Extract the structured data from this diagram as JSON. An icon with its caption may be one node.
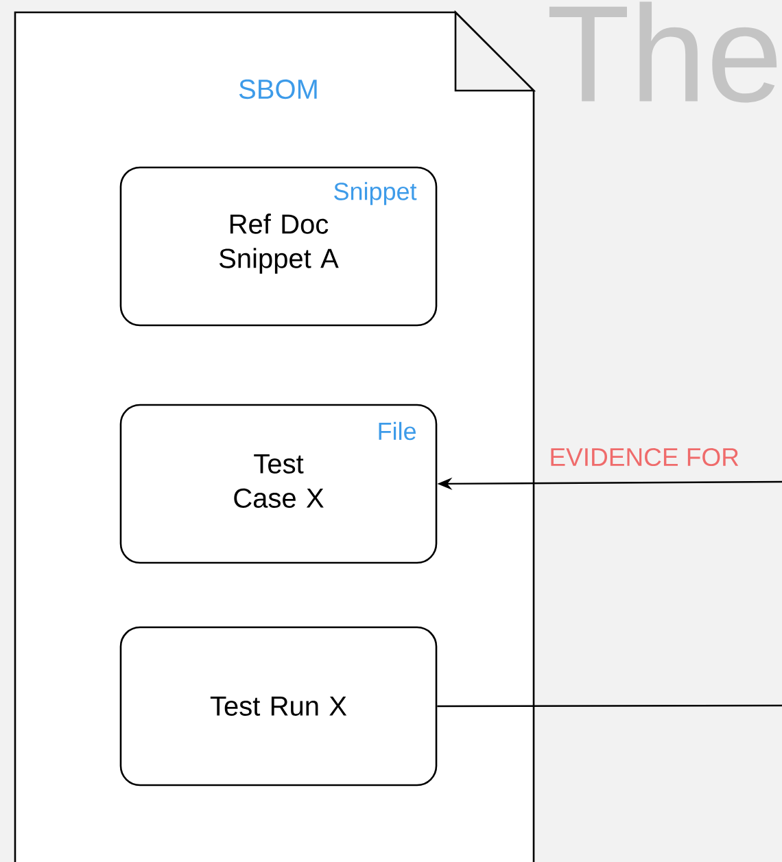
{
  "diagram": {
    "nodes": [
      {
        "text": [
          "SBOM"
        ]
      },
      {
        "text": [
          "Snippet",
          "Ref Doc Snippet A"
        ],
        "in": 0
      },
      {
        "text": [
          "File",
          "Test Case X"
        ],
        "in": 0
      },
      {
        "text": [
          "Test Run X"
        ],
        "in": 0
      }
    ],
    "edges": [
      {
        "from": null,
        "to": 2,
        "arrow": "to",
        "label": "EVIDENCE FOR"
      },
      {
        "from": 3,
        "to": null,
        "arrow": "none"
      }
    ],
    "labels": [
      "The"
    ]
  }
}
